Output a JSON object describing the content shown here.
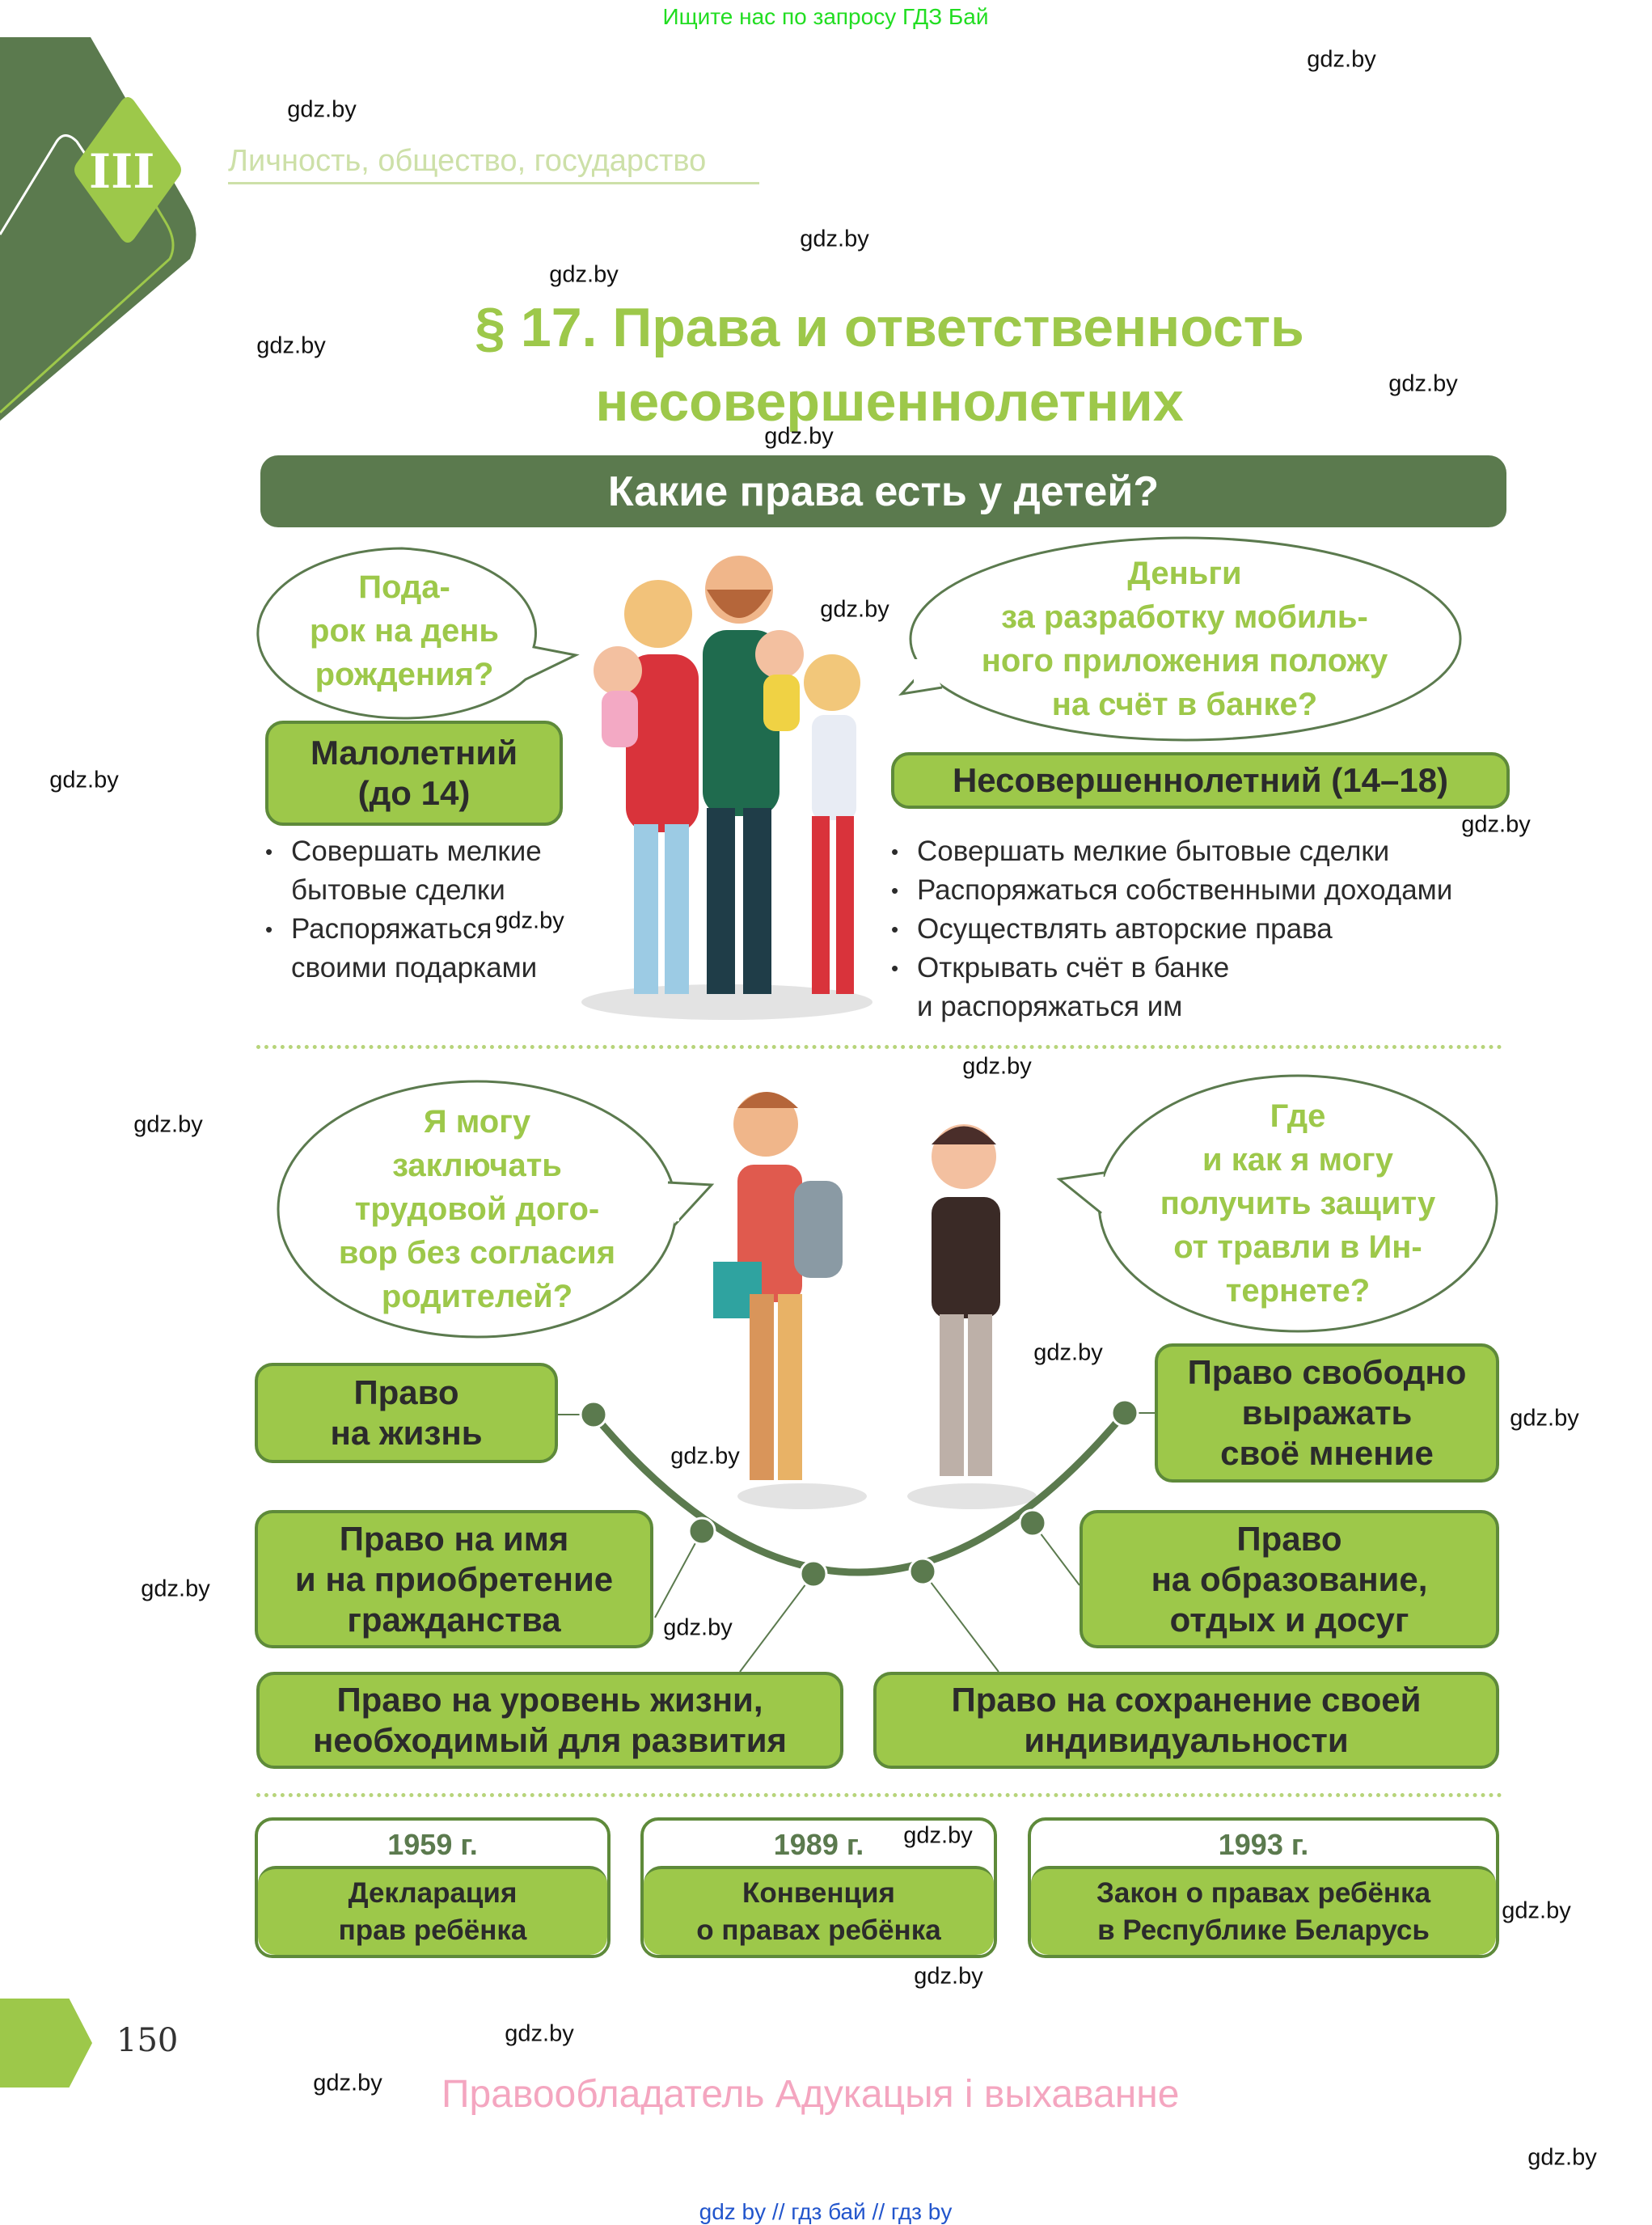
{
  "top_ad": "Ищите нас по запросу ГДЗ Бай",
  "chapter": {
    "numeral": "III",
    "title": "Личность, общество, государство"
  },
  "title": {
    "line1": "§ 17. Права и ответственность",
    "line2": "несовершеннолетних"
  },
  "section_bar": "Какие права есть у детей?",
  "bubbles": {
    "birthday": [
      "Пода-",
      "рок на день",
      "рождения?"
    ],
    "app_money": [
      "Деньги",
      "за разработку мобиль-",
      "ного приложения положу",
      "на счёт в банке?"
    ],
    "labor": [
      "Я могу",
      "заключать",
      "трудовой дого-",
      "вор без согласия",
      "родителей?"
    ],
    "bullying": [
      "Где",
      "и как я могу",
      "получить защиту",
      "от травли в Ин-",
      "тернете?"
    ]
  },
  "minor": {
    "label_line1": "Малолетний",
    "label_line2": "(до 14)",
    "items": [
      "Совершать мелкие бытовые сделки",
      "Распоряжаться своими подарками"
    ]
  },
  "juvenile": {
    "label": "Несовершеннолетний (14–18)",
    "items": [
      "Совершать мелкие бытовые сделки",
      "Распоряжаться собственными доходами",
      "Осуществлять авторские права",
      "Открывать счёт в банке и распоряжаться им"
    ]
  },
  "rights": {
    "life": [
      "Право",
      "на жизнь"
    ],
    "expression": [
      "Право свободно",
      "выражать",
      "своё мнение"
    ],
    "name": [
      "Право на имя",
      "и на приобретение",
      "гражданства"
    ],
    "education": [
      "Право",
      "на образование,",
      "отдых и досуг"
    ],
    "living": [
      "Право на уровень жизни,",
      "необходимый для развития"
    ],
    "identity": [
      "Право на сохранение своей",
      "индивидуальности"
    ]
  },
  "documents": [
    {
      "year": "1959 г.",
      "name_line1": "Декларация",
      "name_line2": "прав ребёнка"
    },
    {
      "year": "1989 г.",
      "name_line1": "Конвенция",
      "name_line2": "о правах ребёнка"
    },
    {
      "year": "1993 г.",
      "name_line1": "Закон о правах ребёнка",
      "name_line2": "в Республике Беларусь"
    }
  ],
  "page_number": "150",
  "copyright": "Правообладатель Адукацыя і выхаванне",
  "footer": "gdz by  //  гдз бай  //  гдз by",
  "watermark": "gdz.by",
  "colors": {
    "dark_green": "#5b7a4e",
    "light_green": "#9dc84a",
    "pale_green": "#cde0a8",
    "pink": "#f4a6c0"
  }
}
